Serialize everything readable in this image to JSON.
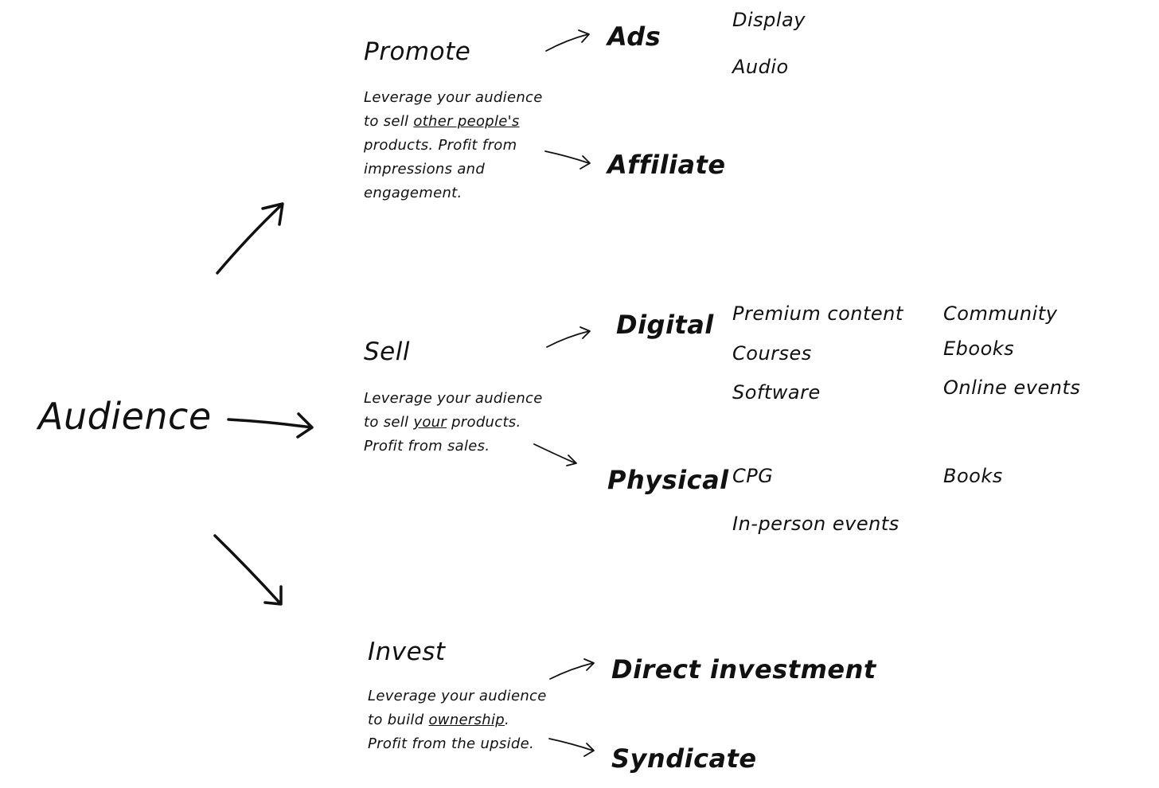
{
  "root": {
    "label": "Audience"
  },
  "branches": [
    {
      "label": "Promote",
      "description": {
        "before": "Leverage your audience to sell ",
        "emphasis": "other people's",
        "after": " products. Profit from impressions and engagement."
      },
      "subs": [
        {
          "label": "Ads",
          "leaves": [
            "Display",
            "Audio"
          ]
        },
        {
          "label": "Affiliate",
          "leaves": []
        }
      ]
    },
    {
      "label": "Sell",
      "description": {
        "before": "Leverage your audience to sell ",
        "emphasis": "your",
        "after": " products. Profit from sales."
      },
      "subs": [
        {
          "label": "Digital",
          "leaves": [
            "Premium content",
            "Courses",
            "Software",
            "Community",
            "Ebooks",
            "Online events"
          ]
        },
        {
          "label": "Physical",
          "leaves": [
            "CPG",
            "In-person events",
            "Books"
          ]
        }
      ]
    },
    {
      "label": "Invest",
      "description": {
        "before": "Leverage your audience to build ",
        "emphasis": "ownership",
        "after": ". Profit from the upside."
      },
      "subs": [
        {
          "label": "Direct investment",
          "leaves": []
        },
        {
          "label": "Syndicate",
          "leaves": []
        }
      ]
    }
  ]
}
